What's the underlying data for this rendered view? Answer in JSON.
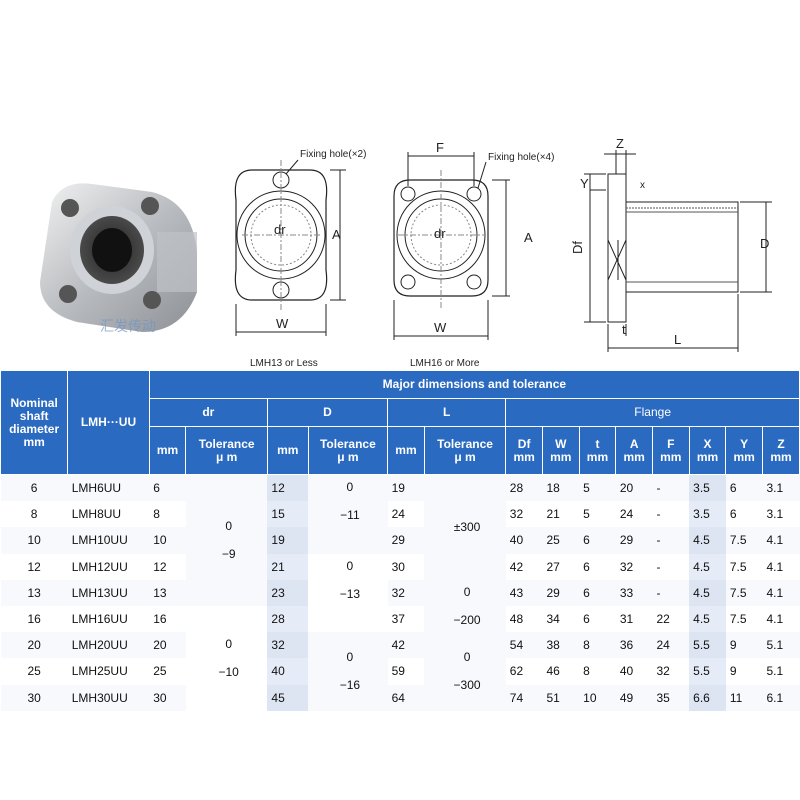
{
  "drawings": {
    "lmh13": {
      "fixing_hole": "Fixing hole(×2)",
      "bore": "dr",
      "height": "A",
      "width": "W",
      "caption": "LMH13 or Less"
    },
    "lmh16": {
      "fixing_hole": "Fixing hole(×4)",
      "bore": "dr",
      "height": "A",
      "width": "W",
      "top": "F",
      "caption": "LMH16 or More"
    },
    "side": {
      "z": "Z",
      "y": "Y",
      "x": "x",
      "df": "Df",
      "d": "D",
      "t": "t",
      "l": "L"
    }
  },
  "watermark": "汇发传动",
  "table": {
    "header": {
      "nominal": "Nominal shaft diameter mm",
      "model": "LMH···UU",
      "major": "Major dimensions and tolerance",
      "dr": "dr",
      "d": "D",
      "l": "L",
      "flange": "Flange",
      "mm": "mm",
      "tolerance": "Tolerance",
      "um": "μ m",
      "flange_cols": [
        "Df",
        "W",
        "t",
        "A",
        "F",
        "X",
        "Y",
        "Z"
      ]
    },
    "tolerances": {
      "dr_upper": "0",
      "dr_lower_a": "−9",
      "dr_upper_b": "0",
      "dr_lower_b": "−10",
      "d_upper_a": "0",
      "d_lower_a": "−11",
      "d_upper_b": "0",
      "d_lower_b": "−13",
      "d_upper_c": "0",
      "d_lower_c": "−16",
      "l_a": "±300",
      "l_b_upper": "0",
      "l_b_lower": "−200",
      "l_c_upper": "0",
      "l_c_lower": "−300"
    },
    "rows": [
      {
        "nom": "6",
        "model": "LMH6UU",
        "dr": "6",
        "d": "12",
        "l": "19",
        "df": "28",
        "w": "18",
        "t": "5",
        "a": "20",
        "f": "-",
        "x": "3.5",
        "y": "6",
        "z": "3.1"
      },
      {
        "nom": "8",
        "model": "LMH8UU",
        "dr": "8",
        "d": "15",
        "l": "24",
        "df": "32",
        "w": "21",
        "t": "5",
        "a": "24",
        "f": "-",
        "x": "3.5",
        "y": "6",
        "z": "3.1"
      },
      {
        "nom": "10",
        "model": "LMH10UU",
        "dr": "10",
        "d": "19",
        "l": "29",
        "df": "40",
        "w": "25",
        "t": "6",
        "a": "29",
        "f": "-",
        "x": "4.5",
        "y": "7.5",
        "z": "4.1"
      },
      {
        "nom": "12",
        "model": "LMH12UU",
        "dr": "12",
        "d": "21",
        "l": "30",
        "df": "42",
        "w": "27",
        "t": "6",
        "a": "32",
        "f": "-",
        "x": "4.5",
        "y": "7.5",
        "z": "4.1"
      },
      {
        "nom": "13",
        "model": "LMH13UU",
        "dr": "13",
        "d": "23",
        "l": "32",
        "df": "43",
        "w": "29",
        "t": "6",
        "a": "33",
        "f": "-",
        "x": "4.5",
        "y": "7.5",
        "z": "4.1"
      },
      {
        "nom": "16",
        "model": "LMH16UU",
        "dr": "16",
        "d": "28",
        "l": "37",
        "df": "48",
        "w": "34",
        "t": "6",
        "a": "31",
        "f": "22",
        "x": "4.5",
        "y": "7.5",
        "z": "4.1"
      },
      {
        "nom": "20",
        "model": "LMH20UU",
        "dr": "20",
        "d": "32",
        "l": "42",
        "df": "54",
        "w": "38",
        "t": "8",
        "a": "36",
        "f": "24",
        "x": "5.5",
        "y": "9",
        "z": "5.1"
      },
      {
        "nom": "25",
        "model": "LMH25UU",
        "dr": "25",
        "d": "40",
        "l": "59",
        "df": "62",
        "w": "46",
        "t": "8",
        "a": "40",
        "f": "32",
        "x": "5.5",
        "y": "9",
        "z": "5.1"
      },
      {
        "nom": "30",
        "model": "LMH30UU",
        "dr": "30",
        "d": "45",
        "l": "64",
        "df": "74",
        "w": "51",
        "t": "10",
        "a": "49",
        "f": "35",
        "x": "6.6",
        "y": "11",
        "z": "6.1"
      }
    ]
  }
}
